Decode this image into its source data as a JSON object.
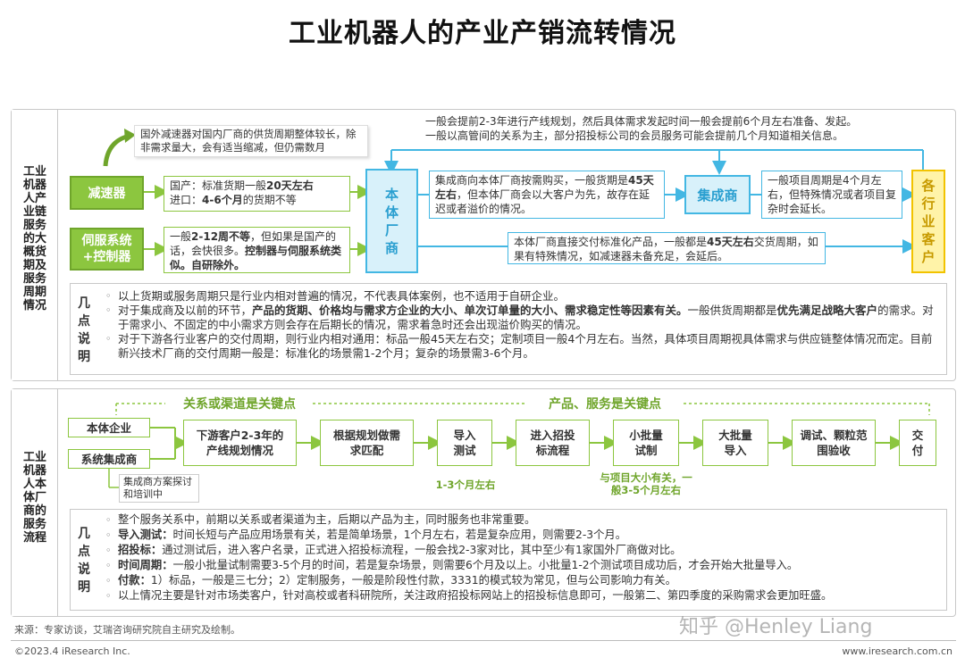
{
  "title": "工业机器人的产业产销流转情况",
  "section1": {
    "side_label": "工业机器人产业链服务的大概货期及服务周期情况",
    "reducer_note": "国外减速器对国内厂商的供货周期整体较长，除非需求量大，会有适当缩减，但仍需数月",
    "reducer": "减速器",
    "reducer_desc_1": "国产：标准货期一般",
    "reducer_desc_1b": "20天左右",
    "reducer_desc_2": "进口：",
    "reducer_desc_2b": "4-6个月",
    "reducer_desc_2c": "的货期不等",
    "servo": "伺服系统+控制器",
    "servo_desc_a": "一般",
    "servo_desc_b": "2-12周不等",
    "servo_desc_c": "，但如果是国产的话，会快很多。",
    "servo_desc_d": "控制器与伺服系统类似。自研除外。",
    "maker": "本体厂商",
    "top_note_1": "一般会提前2-3年进行产线规划，然后具体需求发起时间一般会提前6个月左右准备、发起。",
    "top_note_2": "一般以高管间的关系为主，部分招投标公司的会员服务可能会提前几个月知道相关信息。",
    "maker_to_si_a": "集成商向本体厂商按需购买，一般货期是",
    "maker_to_si_b": "45天左右",
    "maker_to_si_c": "，但本体厂商会以大客户为先，故存在延迟或者溢价的情况。",
    "integrator": "集成商",
    "si_desc": "一般项目周期是4个月左右，但特殊情况或者项目复杂时会延长。",
    "direct_a": "本体厂商直接交付标准化产品，一般都是",
    "direct_b": "45天左右",
    "direct_c": "交货周期，如果有特殊情况，如减速器未备充足，会延后。",
    "customers": "各行业客户",
    "notes_label": "几点说明",
    "notes": {
      "n1": "以上货期或服务周期只是行业内相对普遍的情况，不代表具体案例，也不适用于自研企业。",
      "n2a": "对于集成商及以前的环节，",
      "n2b": "产品的货期、价格均与需求方企业的大小、单次订单量的大小、需求稳定性等因素有关。",
      "n2c": "一般供货周期都是",
      "n2d": "优先满足战略大客户",
      "n2e": "的需求。对于需求小、不固定的中小需求方则会存在后期长的情况，需求着急时还会出现溢价购买的情况。",
      "n3": "对于下游各行业客户的交付周期，则行业内相对通用：标品一般45天左右交；定制项目一般4个月左右。当然，具体项目周期视具体需求与供应链整体情况而定。目前新兴技术厂商的交付周期一般是：标准化的场景需1-2个月；复杂的场景需3-6个月。"
    }
  },
  "section2": {
    "side_label": "工业机器人本体厂商的服务流程",
    "label_relation": "关系或渠道是关键点",
    "label_product": "产品、服务是关键点",
    "start_1": "本体企业",
    "start_2": "系统集成商",
    "si_note": "集成商方案探讨和培训中",
    "steps": [
      "下游客户2-3年的产线规划情况",
      "根据规划做需求匹配",
      "导入测试",
      "进入招投标流程",
      "小批量试制",
      "大批量导入",
      "调试、颗粒范围验收",
      "交付"
    ],
    "under_test": "1-3个月左右",
    "under_small": "与项目大小有关，一般3-5个月左右",
    "notes_label": "几点说明",
    "notes": {
      "n1": "整个服务关系中，前期以关系或者渠道为主，后期以产品为主，同时服务也非常重要。",
      "n2a": "导入测试：",
      "n2b": "时间长短与产品应用场景有关，若是简单场景，1个月左右，若是复杂应用，则需要2-3个月。",
      "n3a": "招投标：",
      "n3b": "通过测试后，进入客户名录，正式进入招投标流程，一般会找2-3家对比，其中至少有1家国外厂商做对比。",
      "n4a": "时间周期：",
      "n4b": "一般小批量试制需要3-5个月的时间，若是复杂场景，则需要6个月及以上。小批量1-2个测试项目成功后，才会开始大批量导入。",
      "n5a": "付款：",
      "n5b": "1）标品，一般是三七分；2）定制服务，一般是阶段性付款，3331的模式较为常见，但与公司影响力有关。",
      "n6": "以上情况主要是针对市场类客户，针对高校或者科研院所，关注政府招投标网站上的招投标信息即可，一般第二、第四季度的采购需求会更加旺盛。"
    }
  },
  "footer": {
    "source": "来源：专家访谈，艾瑞咨询研究院自主研究及绘制。",
    "copyright": "©2023.4 iResearch Inc.",
    "url": "www.iresearch.com.cn",
    "watermark": "知乎 @Henley Liang"
  }
}
